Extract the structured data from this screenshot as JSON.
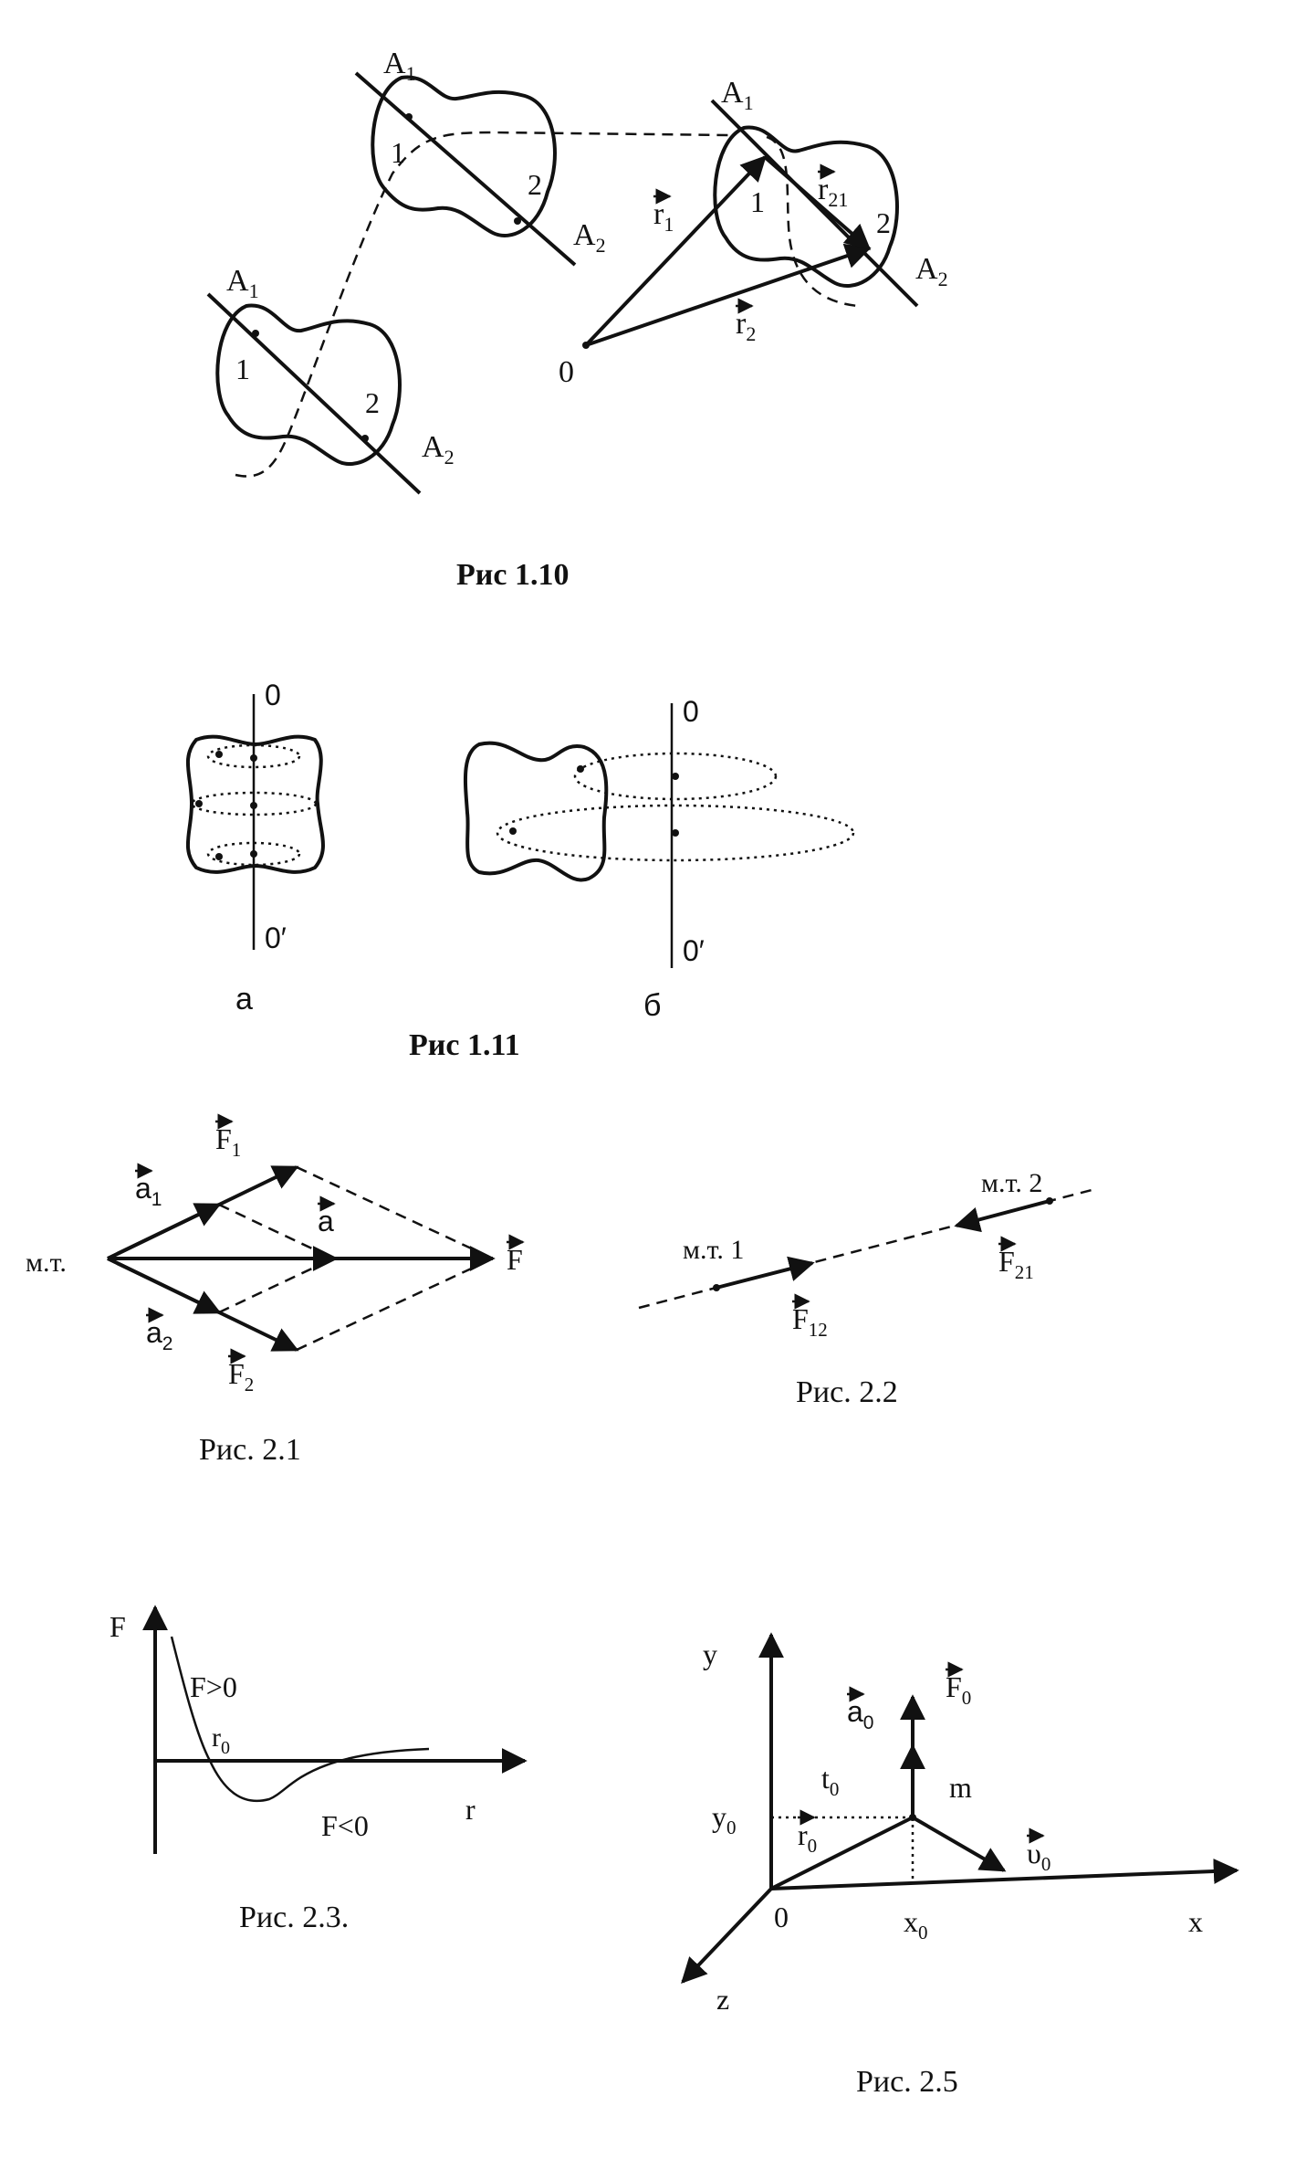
{
  "figures": {
    "fig110": {
      "caption": "Рис 1.10",
      "labels": {
        "a1": "A",
        "a1_sub": "1",
        "a2": "A",
        "a2_sub": "2",
        "p1": "1",
        "p2": "2",
        "origin": "0",
        "r1": "r",
        "r1_sub": "1",
        "r2": "r",
        "r2_sub": "2",
        "r21": "r",
        "r21_sub": "21"
      }
    },
    "fig111": {
      "caption": "Рис 1.11",
      "axis_top": "0",
      "axis_bottom": "0′",
      "label_a": "а",
      "label_b": "б"
    },
    "fig21": {
      "caption": "Рис. 2.1",
      "mt": "м.т.",
      "a1": "a",
      "a1_sub": "1",
      "a2": "a",
      "a2_sub": "2",
      "a": "a",
      "F1": "F",
      "F1_sub": "1",
      "F2": "F",
      "F2_sub": "2",
      "F": "F"
    },
    "fig22": {
      "caption": "Рис. 2.2",
      "mt1": "м.т. 1",
      "mt2": "м.т. 2",
      "F12": "F",
      "F12_sub": "12",
      "F21": "F",
      "F21_sub": "21"
    },
    "fig23": {
      "caption": "Рис. 2.3.",
      "F_axis": "F",
      "r_axis": "r",
      "F_pos": "F>0",
      "F_neg": "F<0",
      "r0": "r",
      "r0_sub": "0"
    },
    "fig25": {
      "caption": "Рис. 2.5",
      "y": "y",
      "x": "x",
      "z": "z",
      "origin": "0",
      "y0": "y",
      "y0_sub": "0",
      "x0": "x",
      "x0_sub": "0",
      "t0": "t",
      "t0_sub": "0",
      "m": "m",
      "r0": "r",
      "r0_sub": "0",
      "a0": "a",
      "a0_sub": "0",
      "F0": "F",
      "F0_sub": "0",
      "v0": "υ",
      "v0_sub": "0"
    }
  }
}
